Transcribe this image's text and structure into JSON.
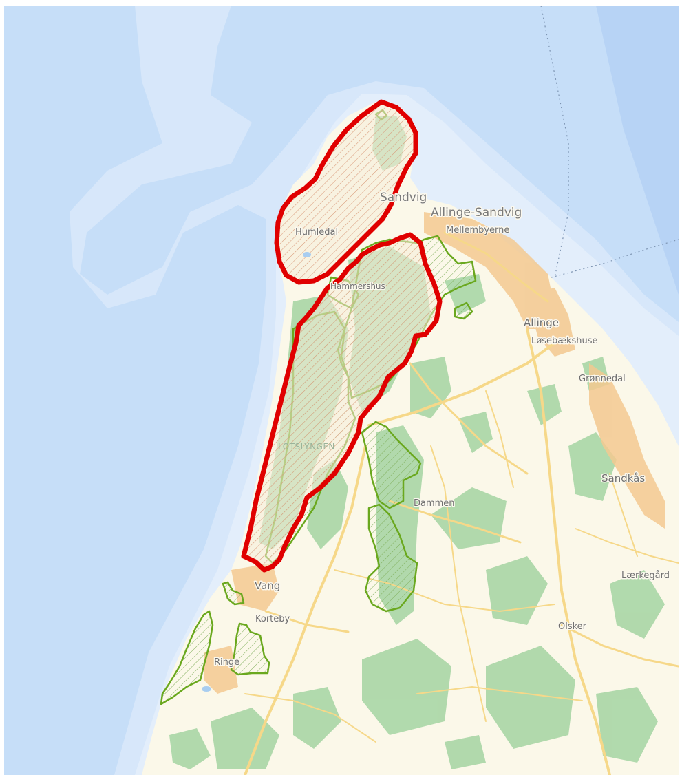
{
  "places": [
    {
      "id": "sandvig",
      "name": "Sandvig"
    },
    {
      "id": "allinge-sandvig",
      "name": "Allinge-Sandvig"
    },
    {
      "id": "mellembyerne",
      "name": "Mellembyerne"
    },
    {
      "id": "humledal",
      "name": "Humledal"
    },
    {
      "id": "allinge",
      "name": "Allinge"
    },
    {
      "id": "losebakshuse",
      "name": "Løsebækshuse"
    },
    {
      "id": "gronnedal",
      "name": "Grønnedal"
    },
    {
      "id": "hammershus",
      "name": "Hammershus"
    },
    {
      "id": "lotslyngen",
      "name": "LOTSLYNGEN"
    },
    {
      "id": "dammen",
      "name": "Dammen"
    },
    {
      "id": "sandkas",
      "name": "Sandkås"
    },
    {
      "id": "larkegard",
      "name": "Lærkegård"
    },
    {
      "id": "vang",
      "name": "Vang"
    },
    {
      "id": "korteby",
      "name": "Korteby"
    },
    {
      "id": "olsker",
      "name": "Olsker"
    },
    {
      "id": "ringe",
      "name": "Ringe"
    }
  ],
  "colors": {
    "sea": "#c6def8",
    "shallow": "#deebfb",
    "land": "#fbf8e9",
    "forest": "#a9d6a6",
    "urban": "#f3c990",
    "road": "#f6d889",
    "boundary_red": "#e00000",
    "boundary_green": "#6aa81e"
  }
}
